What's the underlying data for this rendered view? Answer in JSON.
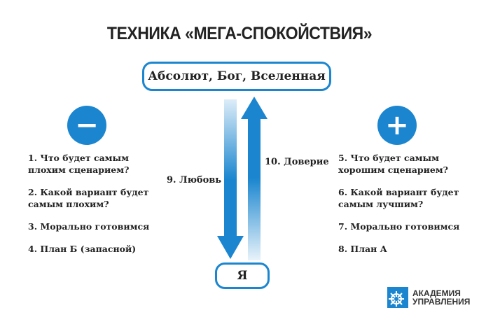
{
  "title": "ТЕХНИКА «МЕГА-СПОКОЙСТВИЯ»",
  "top_box": "Абсолют, Бог, Вселенная",
  "bottom_box": "Я",
  "arrow_down_label": "9. Любовь",
  "arrow_up_label": "10. Доверие",
  "minus": {
    "symbol": "−",
    "items": [
      "1. Что будет самым плохим сценарием?",
      "2. Какой вариант будет самым плохим?",
      "3. Морально готовимся",
      "4. План Б (запасной)"
    ]
  },
  "plus": {
    "symbol": "+",
    "items": [
      "5. Что будет самым хорошим сценарием?",
      "6. Какой вариант будет самым лучшим?",
      "7. Морально готовимся",
      "8. План А"
    ]
  },
  "logo": {
    "line1": "АКАДЕМИЯ",
    "line2": "УПРАВЛЕНИЯ"
  },
  "colors": {
    "accent": "#1b86cf"
  }
}
